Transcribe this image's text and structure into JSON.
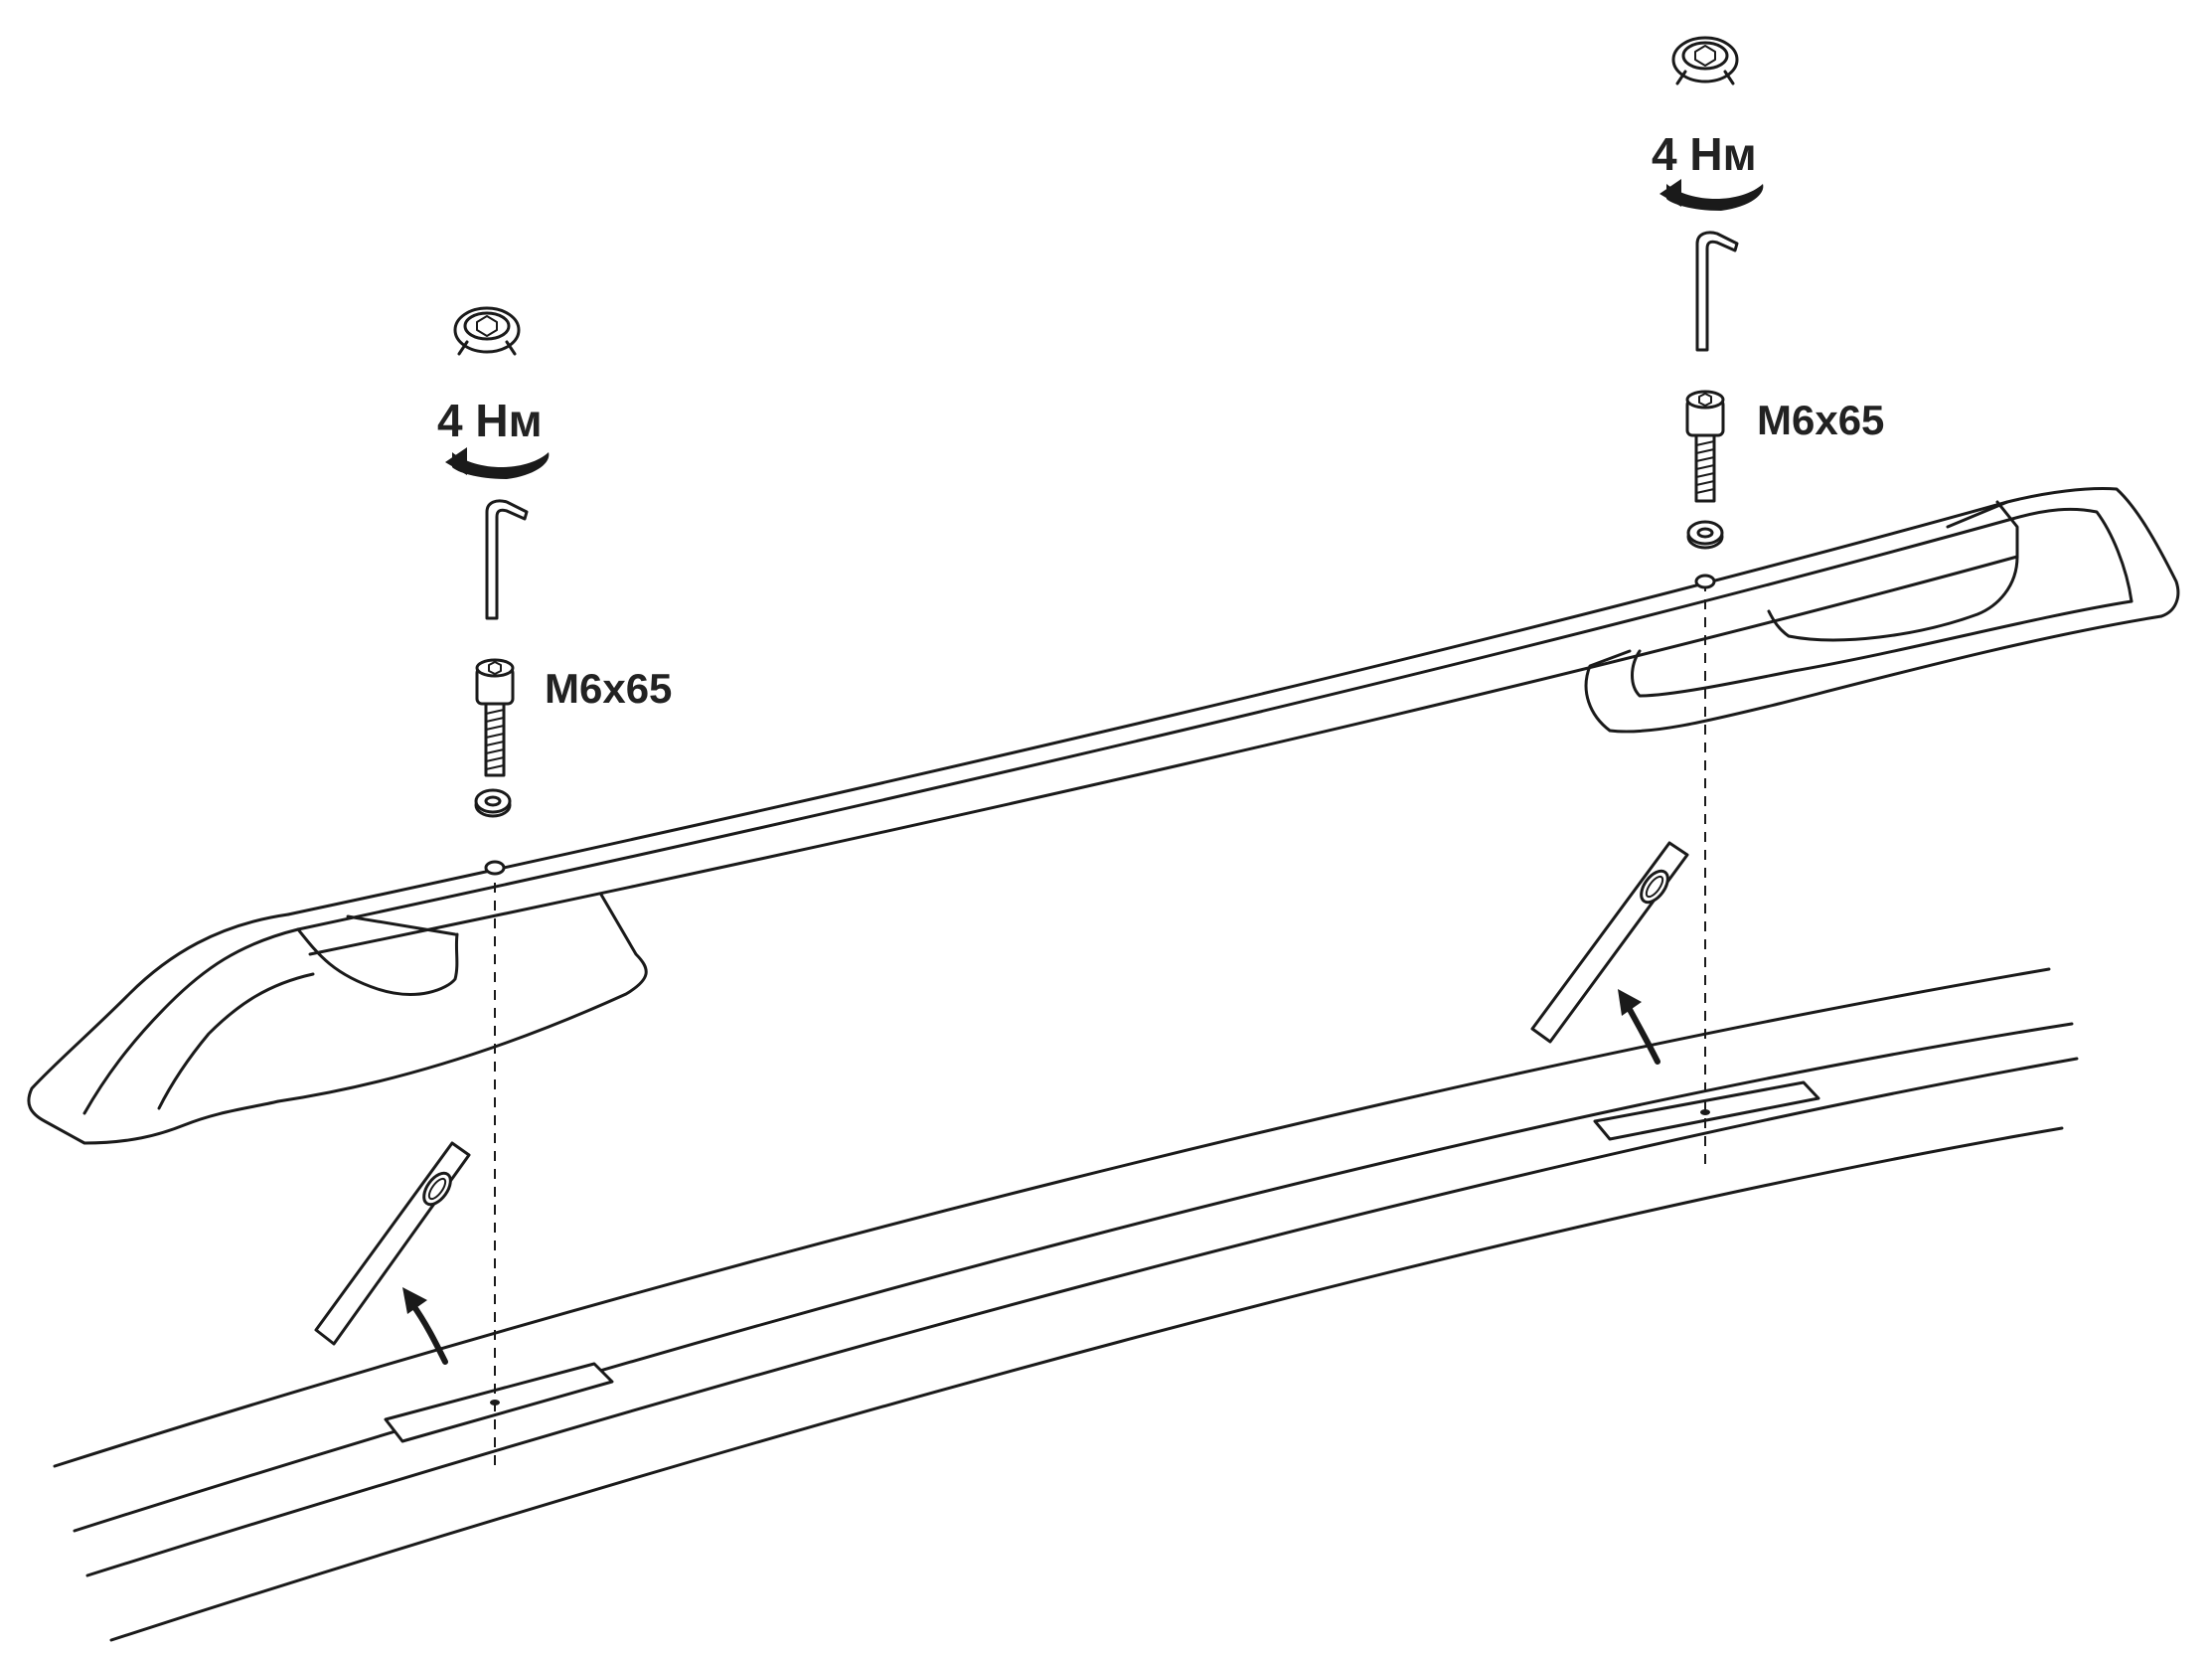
{
  "left_assembly": {
    "torque_label": "4 Нм",
    "screw_label": "M6x65"
  },
  "right_assembly": {
    "torque_label": "4 Нм",
    "screw_label": "M6x65"
  },
  "colors": {
    "line": "#1a1a1a",
    "label": "#222222",
    "background": "#ffffff"
  },
  "icons": [
    "cap-nut-icon",
    "rotation-arrow-icon",
    "hex-key-icon",
    "bolt-icon",
    "washer-icon",
    "adhesive-pad-icon",
    "insert-arrow-icon"
  ]
}
